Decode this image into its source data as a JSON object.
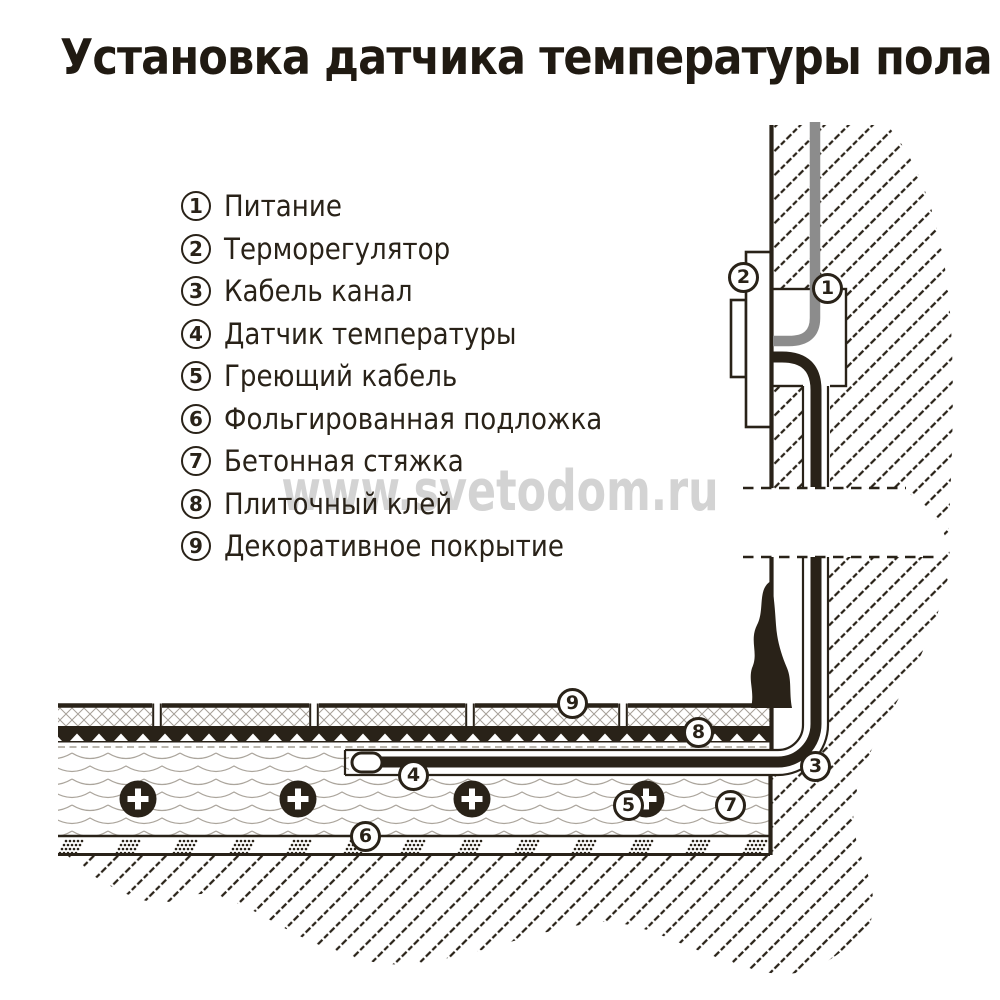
{
  "title": "Установка датчика температуры пола",
  "watermark": "www.svetodom.ru",
  "legend": {
    "items": [
      {
        "number": "1",
        "label": "Питание"
      },
      {
        "number": "2",
        "label": "Терморегулятор"
      },
      {
        "number": "3",
        "label": "Кабель канал"
      },
      {
        "number": "4",
        "label": "Датчик температуры"
      },
      {
        "number": "5",
        "label": "Греющий кабель"
      },
      {
        "number": "6",
        "label": "Фольгированная подложка"
      },
      {
        "number": "7",
        "label": "Бетонная стяжка"
      },
      {
        "number": "8",
        "label": "Плиточный клей"
      },
      {
        "number": "9",
        "label": "Декоративное покрытие"
      }
    ]
  },
  "diagram": {
    "callouts": [
      {
        "number": "1"
      },
      {
        "number": "2"
      },
      {
        "number": "3"
      },
      {
        "number": "4"
      },
      {
        "number": "5"
      },
      {
        "number": "6"
      },
      {
        "number": "7"
      },
      {
        "number": "8"
      },
      {
        "number": "9"
      }
    ],
    "colors": {
      "ink": "#292218",
      "cable_gray": "#8c8c8c",
      "watermark_gray": "#d3d3d3"
    }
  }
}
